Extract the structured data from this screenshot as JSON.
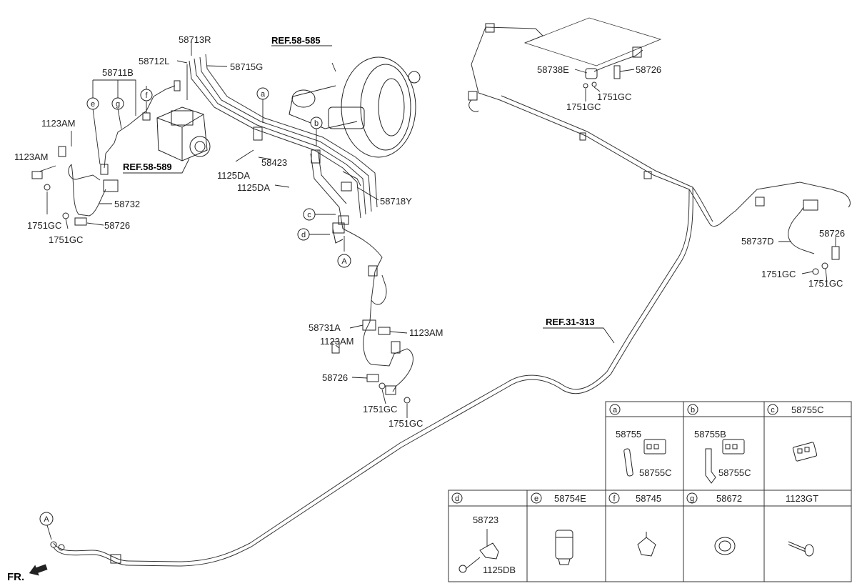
{
  "labels": {
    "l58713R": "58713R",
    "l58712L": "58712L",
    "l58715G": "58715G",
    "l58711B": "58711B",
    "lref58585": "REF.58-585",
    "lref58589": "REF.58-589",
    "l1123AM_a": "1123AM",
    "l1123AM_b": "1123AM",
    "l58732": "58732",
    "l1751GC_a": "1751GC",
    "l58726_a": "58726",
    "l1751GC_b": "1751GC",
    "l58423": "58423",
    "l1125DA_a": "1125DA",
    "l1125DA_b": "1125DA",
    "l58718Y": "58718Y",
    "l58738E": "58738E",
    "l58726_b": "58726",
    "l1751GC_c": "1751GC",
    "l1751GC_d": "1751GC",
    "l58731A": "58731A",
    "l1123AM_c": "1123AM",
    "l1123AM_d": "1123AM",
    "l58726_c": "58726",
    "l1751GC_e": "1751GC",
    "l1751GC_f": "1751GC",
    "lref31313": "REF.31-313",
    "l58737D": "58737D",
    "l58726_d": "58726",
    "l1751GC_g": "1751GC",
    "l1751GC_h": "1751GC",
    "fr": "FR."
  },
  "callouts": {
    "a": "a",
    "b": "b",
    "c": "c",
    "d": "d",
    "e": "e",
    "f": "f",
    "g": "g",
    "A1": "A",
    "A2": "A"
  },
  "table": {
    "row1": [
      {
        "key": "a",
        "part": "",
        "sub1": "58755",
        "sub2": "58755C"
      },
      {
        "key": "b",
        "part": "",
        "sub1": "58755B",
        "sub2": "58755C"
      },
      {
        "key": "c",
        "part": "58755C"
      }
    ],
    "row2": [
      {
        "key": "d",
        "part": "",
        "sub1": "58723",
        "sub2": "1125DB"
      },
      {
        "key": "e",
        "part": "58754E"
      },
      {
        "key": "f",
        "part": "58745"
      },
      {
        "key": "g",
        "part": "58672"
      },
      {
        "key": "",
        "part": "1123GT"
      }
    ]
  }
}
